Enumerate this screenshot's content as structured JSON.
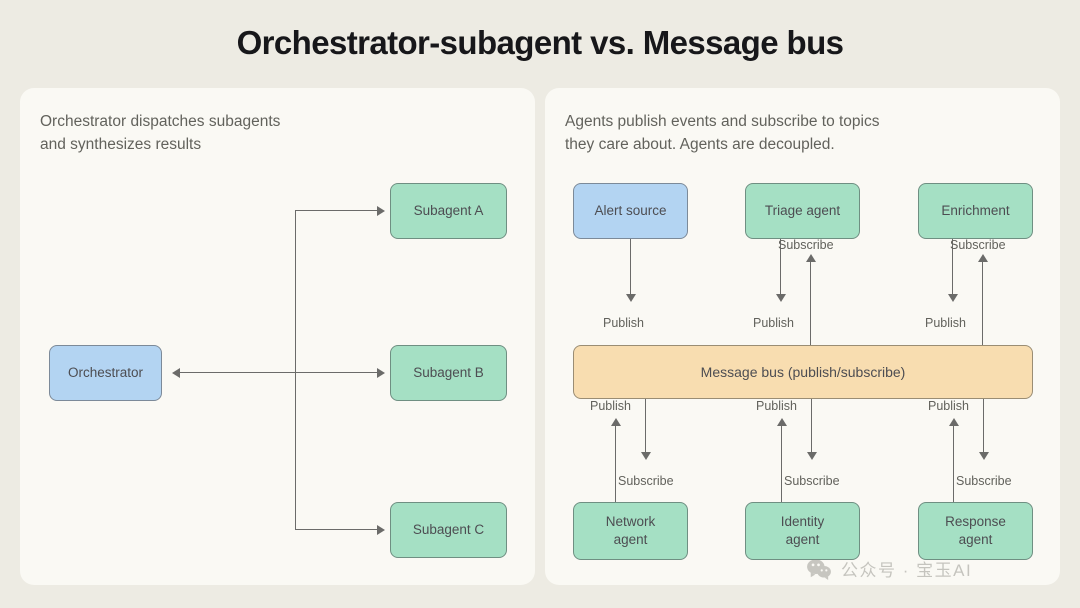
{
  "title": "Orchestrator-subagent vs. Message bus",
  "colors": {
    "page_background": "#edebe3",
    "panel_background": "#faf9f4",
    "green_node": "#a5e0c4",
    "blue_node": "#b3d4f2",
    "orange_node": "#f8ddb0",
    "connector": "#6b6b69",
    "title_text": "#17171a",
    "body_text": "#62625c"
  },
  "left_panel": {
    "caption": "Orchestrator dispatches subagents\nand synthesizes results",
    "orchestrator": "Orchestrator",
    "subagents": [
      {
        "label": "Subagent A"
      },
      {
        "label": "Subagent B"
      },
      {
        "label": "Subagent C"
      }
    ]
  },
  "right_panel": {
    "caption": "Agents publish events and subscribe to topics\nthey care about. Agents are decoupled.",
    "bus": "Message bus (publish/subscribe)",
    "top_agents": [
      {
        "label": "Alert source",
        "color": "blue",
        "publish": "Publish",
        "subscribe": ""
      },
      {
        "label": "Triage agent",
        "color": "green",
        "publish": "Publish",
        "subscribe": "Subscribe"
      },
      {
        "label": "Enrichment",
        "color": "green",
        "publish": "Publish",
        "subscribe": "Subscribe"
      }
    ],
    "bottom_agents": [
      {
        "label": "Network\nagent",
        "color": "green",
        "publish": "Publish",
        "subscribe": "Subscribe"
      },
      {
        "label": "Identity\nagent",
        "color": "green",
        "publish": "Publish",
        "subscribe": "Subscribe"
      },
      {
        "label": "Response\nagent",
        "color": "green",
        "publish": "Publish",
        "subscribe": "Subscribe"
      }
    ]
  },
  "watermark": {
    "text": "公众号 · 宝玉AI",
    "icon": "wechat-icon"
  }
}
